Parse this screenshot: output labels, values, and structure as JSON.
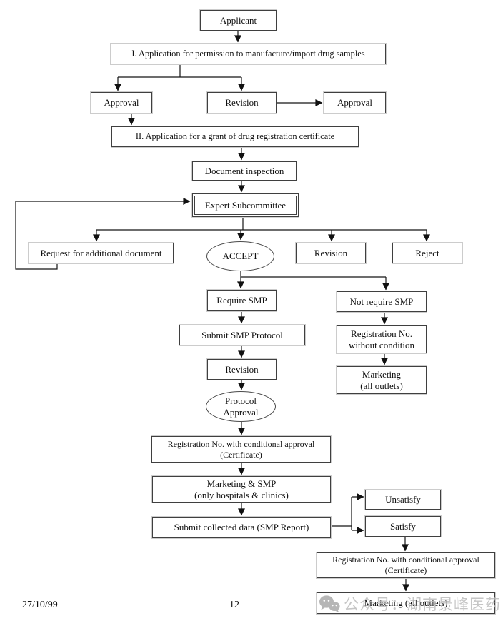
{
  "page": {
    "footer_date": "27/10/99",
    "footer_page_number": "12"
  },
  "watermark": {
    "icon": "wechat-icon",
    "text": "公众号：湖南景峰医药",
    "color": "#bdbdbd"
  },
  "nodes": {
    "applicant": {
      "label": "Applicant"
    },
    "application_i": {
      "label": "I. Application for permission to manufacture/import drug samples"
    },
    "approval_left": {
      "label": "Approval"
    },
    "revision_1": {
      "label": "Revision"
    },
    "approval_right": {
      "label": "Approval"
    },
    "application_ii": {
      "label": "II. Application for a grant of drug registration certificate"
    },
    "document_inspection": {
      "label": "Document inspection"
    },
    "expert_subcommittee": {
      "label": "Expert Subcommittee"
    },
    "request_additional_document": {
      "label": "Request for additional document"
    },
    "accept": {
      "label": "ACCEPT"
    },
    "revision_2": {
      "label": "Revision"
    },
    "reject": {
      "label": "Reject"
    },
    "require_smp": {
      "label": "Require SMP"
    },
    "not_require_smp": {
      "label": "Not require SMP"
    },
    "submit_smp_protocol": {
      "label": "Submit SMP Protocol"
    },
    "registration_no_without_condition": {
      "label": "Registration No.\nwithout condition"
    },
    "revision_3": {
      "label": "Revision"
    },
    "marketing_all_outlets_1": {
      "label": "Marketing\n(all outlets)"
    },
    "protocol_approval": {
      "label": "Protocol\nApproval"
    },
    "registration_no_conditional_1": {
      "label": "Registration No. with conditional approval\n(Certificate)"
    },
    "marketing_smp": {
      "label": "Marketing & SMP\n(only hospitals & clinics)"
    },
    "submit_collected_data": {
      "label": "Submit collected data (SMP Report)"
    },
    "unsatisfy": {
      "label": "Unsatisfy"
    },
    "satisfy": {
      "label": "Satisfy"
    },
    "registration_no_conditional_2": {
      "label": "Registration No. with conditional approval\n(Certificate)"
    },
    "marketing_all_outlets_2": {
      "label": "Marketing (all outlets)"
    }
  }
}
